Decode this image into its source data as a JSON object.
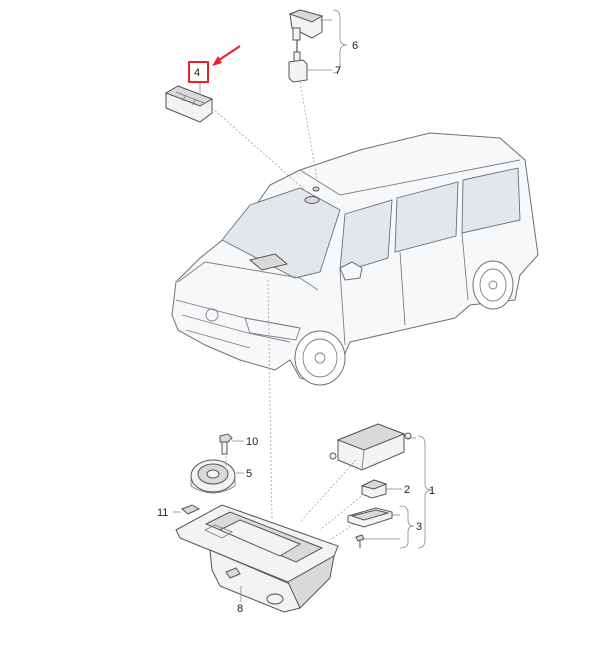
{
  "callouts": {
    "c1": "1",
    "c2": "2",
    "c3": "3",
    "c4": "4",
    "c5": "5",
    "c6": "6",
    "c7": "7",
    "c8": "8",
    "c10": "10",
    "c11": "11"
  },
  "colors": {
    "highlight": "#e8232a",
    "line": "#555555",
    "vehicle": "#6b7077"
  },
  "highlighted_part": "4"
}
